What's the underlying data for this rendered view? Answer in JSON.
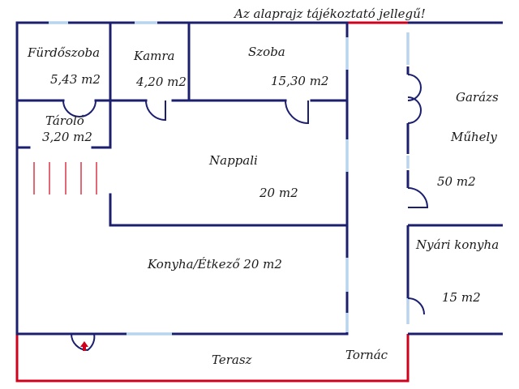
{
  "note": "Az alaprajz tájékoztató jellegű!",
  "rooms": {
    "furdoszoba": {
      "name": "Fürdőszoba",
      "area": "5,43 m2"
    },
    "kamra": {
      "name": "Kamra",
      "area": "4,20 m2"
    },
    "szoba": {
      "name": "Szoba",
      "area": "15,30 m2"
    },
    "tarolo": {
      "name": "Tároló",
      "area": "3,20 m2"
    },
    "nappali": {
      "name": "Nappali",
      "area": "20 m2"
    },
    "konyha": {
      "name": "Konyha/Étkező 20 m2"
    },
    "garazs": {
      "name": "Garázs",
      "name2": "Műhely",
      "area": "50 m2"
    },
    "nyari": {
      "name": "Nyári konyha",
      "area": "15 m2"
    },
    "terasz": {
      "name": "Terasz"
    },
    "tornac": {
      "name": "Tornác"
    }
  },
  "colors": {
    "wall": "#1b1f6e",
    "window": "#b8d4ee",
    "outline": "#d0021b",
    "door": "#1b1f6e"
  }
}
